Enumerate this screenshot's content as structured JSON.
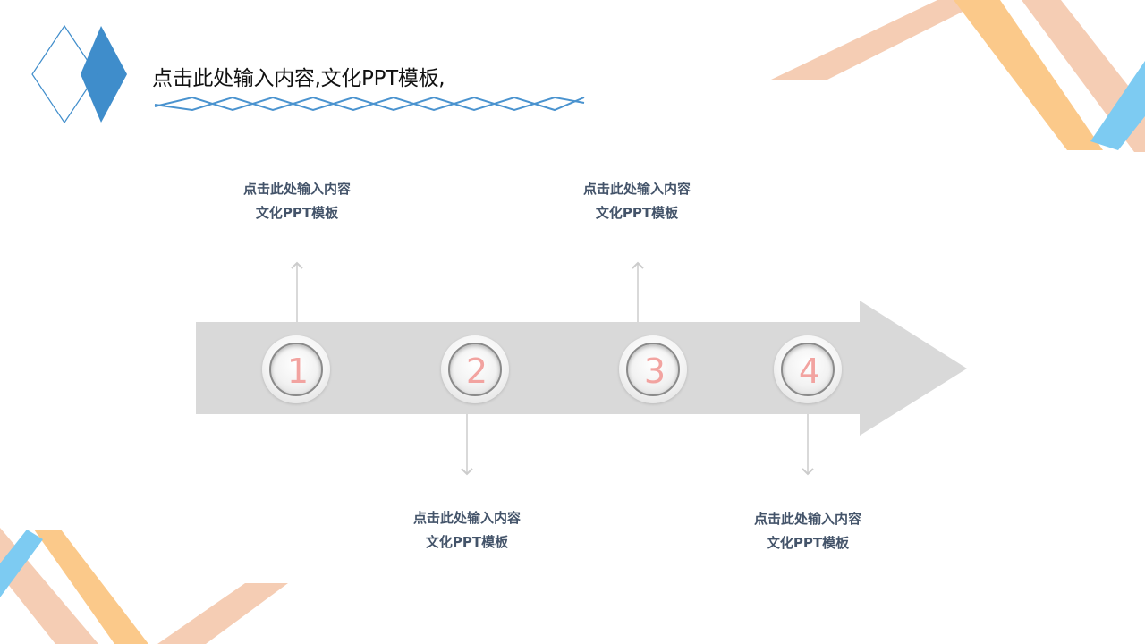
{
  "title": "点击此处输入内容,文化PPT模板,",
  "steps": [
    {
      "number": "1",
      "caption_line1": "点击此处输入内容",
      "caption_line2": "文化PPT模板"
    },
    {
      "number": "2",
      "caption_line1": "点击此处输入内容",
      "caption_line2": "文化PPT模板"
    },
    {
      "number": "3",
      "caption_line1": "点击此处输入内容",
      "caption_line2": "文化PPT模板"
    },
    {
      "number": "4",
      "caption_line1": "点击此处输入内容",
      "caption_line2": "文化PPT模板"
    }
  ],
  "colors": {
    "arrow": "#D9D9D9",
    "connector": "#CCCCCC",
    "caption_text": "#44546A",
    "number": "#F2A3A0",
    "accent_blue": "#3F8DCB",
    "stripe_peach": "#F5CDB4",
    "stripe_orange": "#FBC98A",
    "stripe_sky": "#7DCBF2"
  }
}
